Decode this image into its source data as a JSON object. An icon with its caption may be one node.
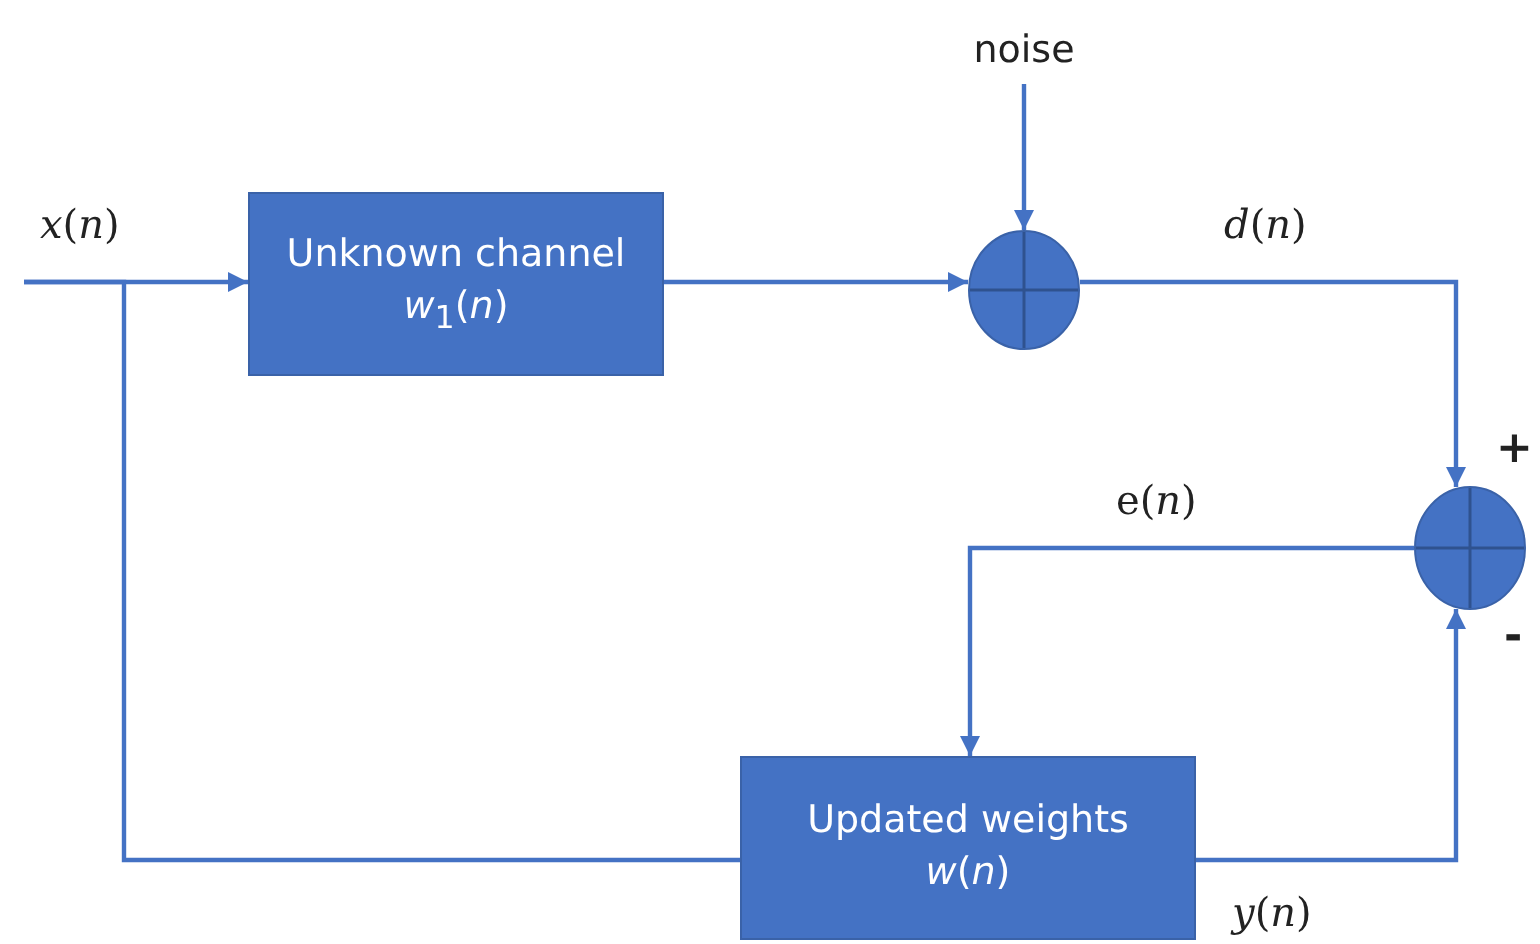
{
  "diagram": {
    "nodes": [
      {
        "text": [
          "Unknown channel *w*$_{1}$(*n*)"
        ]
      },
      {
        "text": [],
        "shape": "circle"
      },
      {
        "text": [],
        "shape": "circle"
      },
      {
        "text": [
          "Updated weights *w*(*n*)"
        ]
      },
      {
        "text": [
          "noise"
        ]
      }
    ],
    "edges": [
      {
        "from": null,
        "to": 0,
        "arrow": "to",
        "label": "*x*(*n*)"
      },
      {
        "from": null,
        "to": 3,
        "arrow": "none"
      },
      {
        "from": 4,
        "to": 1,
        "arrow": "to"
      },
      {
        "from": 0,
        "to": 1,
        "arrow": "to"
      },
      {
        "from": 1,
        "to": 2,
        "arrow": "to",
        "label": "*d*(*n*)"
      },
      {
        "from": 3,
        "to": 2,
        "arrow": "to",
        "label": "*y*(*n*)"
      },
      {
        "from": 2,
        "to": 3,
        "arrow": "to",
        "label": "e(*n*)"
      }
    ],
    "labels": [
      "+",
      "-"
    ]
  }
}
